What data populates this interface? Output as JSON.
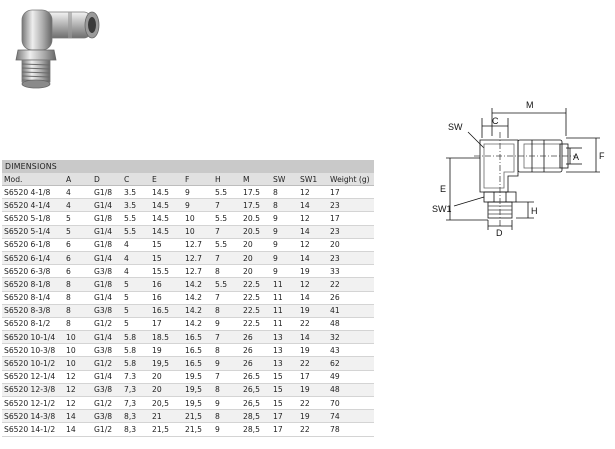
{
  "table": {
    "title": "DIMENSIONS",
    "headers": [
      "Mod.",
      "A",
      "D",
      "C",
      "E",
      "F",
      "H",
      "M",
      "SW",
      "SW1",
      "Weight (g)"
    ],
    "rows": [
      [
        "S6520 4-1/8",
        "4",
        "G1/8",
        "3.5",
        "14.5",
        "9",
        "5.5",
        "17.5",
        "8",
        "12",
        "17"
      ],
      [
        "S6520 4-1/4",
        "4",
        "G1/4",
        "3.5",
        "14.5",
        "9",
        "7",
        "17.5",
        "8",
        "14",
        "23"
      ],
      [
        "S6520 5-1/8",
        "5",
        "G1/8",
        "5.5",
        "14.5",
        "10",
        "5.5",
        "20.5",
        "9",
        "12",
        "17"
      ],
      [
        "S6520 5-1/4",
        "5",
        "G1/4",
        "5.5",
        "14.5",
        "10",
        "7",
        "20.5",
        "9",
        "14",
        "23"
      ],
      [
        "S6520 6-1/8",
        "6",
        "G1/8",
        "4",
        "15",
        "12.7",
        "5.5",
        "20",
        "9",
        "12",
        "20"
      ],
      [
        "S6520 6-1/4",
        "6",
        "G1/4",
        "4",
        "15",
        "12.7",
        "7",
        "20",
        "9",
        "14",
        "23"
      ],
      [
        "S6520 6-3/8",
        "6",
        "G3/8",
        "4",
        "15.5",
        "12.7",
        "8",
        "20",
        "9",
        "19",
        "33"
      ],
      [
        "S6520 8-1/8",
        "8",
        "G1/8",
        "5",
        "16",
        "14.2",
        "5.5",
        "22.5",
        "11",
        "12",
        "22"
      ],
      [
        "S6520 8-1/4",
        "8",
        "G1/4",
        "5",
        "16",
        "14.2",
        "7",
        "22.5",
        "11",
        "14",
        "26"
      ],
      [
        "S6520 8-3/8",
        "8",
        "G3/8",
        "5",
        "16.5",
        "14.2",
        "8",
        "22.5",
        "11",
        "19",
        "41"
      ],
      [
        "S6520 8-1/2",
        "8",
        "G1/2",
        "5",
        "17",
        "14.2",
        "9",
        "22.5",
        "11",
        "22",
        "48"
      ],
      [
        "S6520 10-1/4",
        "10",
        "G1/4",
        "5.8",
        "18.5",
        "16.5",
        "7",
        "26",
        "13",
        "14",
        "32"
      ],
      [
        "S6520 10-3/8",
        "10",
        "G3/8",
        "5.8",
        "19",
        "16.5",
        "8",
        "26",
        "13",
        "19",
        "43"
      ],
      [
        "S6520 10-1/2",
        "10",
        "G1/2",
        "5.8",
        "19,5",
        "16.5",
        "9",
        "26",
        "13",
        "22",
        "62"
      ],
      [
        "S6520 12-1/4",
        "12",
        "G1/4",
        "7.3",
        "20",
        "19.5",
        "7",
        "26.5",
        "15",
        "17",
        "49"
      ],
      [
        "S6520 12-3/8",
        "12",
        "G3/8",
        "7,3",
        "20",
        "19,5",
        "8",
        "26,5",
        "15",
        "19",
        "48"
      ],
      [
        "S6520 12-1/2",
        "12",
        "G1/2",
        "7,3",
        "20,5",
        "19,5",
        "9",
        "26,5",
        "15",
        "22",
        "70"
      ],
      [
        "S6520 14-3/8",
        "14",
        "G3/8",
        "8,3",
        "21",
        "21,5",
        "8",
        "28,5",
        "17",
        "19",
        "74"
      ],
      [
        "S6520 14-1/2",
        "14",
        "G1/2",
        "8,3",
        "21,5",
        "21,5",
        "9",
        "28,5",
        "17",
        "22",
        "78"
      ]
    ]
  },
  "diagram": {
    "labels": {
      "M": "M",
      "SW": "SW",
      "C": "C",
      "A": "A",
      "F": "F",
      "E": "E",
      "SW1": "SW1",
      "D": "D",
      "H": "H"
    }
  },
  "colors": {
    "title_bar": "#c9c9c9",
    "header_bar": "#e1e1e1",
    "row_alt": "#f1f1f1"
  }
}
